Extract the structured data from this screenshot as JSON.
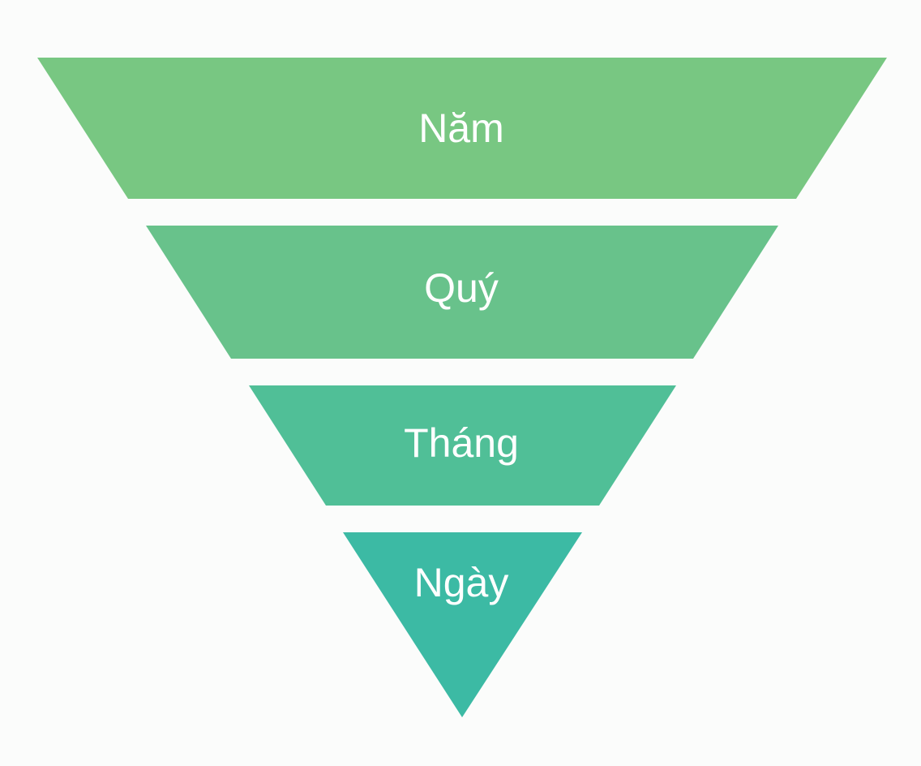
{
  "diagram": {
    "type": "inverted-funnel",
    "levels": [
      {
        "label": "Năm",
        "color": "#78c782"
      },
      {
        "label": "Quý",
        "color": "#68c28b"
      },
      {
        "label": "Tháng",
        "color": "#50bf97"
      },
      {
        "label": "Ngày",
        "color": "#3cbaa4"
      }
    ]
  }
}
